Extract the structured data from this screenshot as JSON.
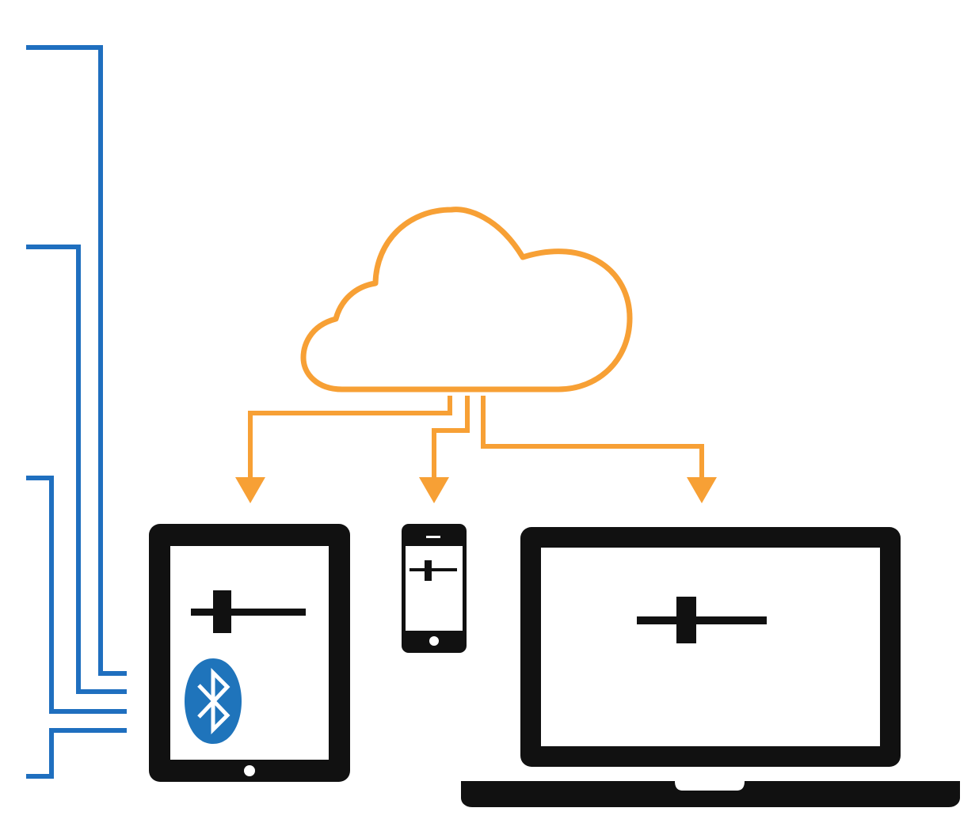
{
  "colors": {
    "background": "#ffffff",
    "wire_blue": "#1f6fbf",
    "cloud_orange": "#f7a035",
    "device_black": "#111111",
    "screen_white": "#ffffff",
    "bluetooth_blue": "#1f74bb"
  },
  "icons": {
    "cloud": "cloud-icon",
    "tablet": "tablet-icon",
    "phone": "smartphone-icon",
    "laptop": "laptop-icon",
    "bluetooth": "bluetooth-icon",
    "slider": "slider-icon",
    "arrow": "arrow-down-icon"
  },
  "devices": [
    {
      "type": "tablet",
      "has_bluetooth": true,
      "has_slider": true
    },
    {
      "type": "phone",
      "has_bluetooth": false,
      "has_slider": true
    },
    {
      "type": "laptop",
      "has_bluetooth": false,
      "has_slider": true
    }
  ],
  "connections": {
    "cloud_to_devices": 3,
    "wires_to_tablet": 4
  }
}
